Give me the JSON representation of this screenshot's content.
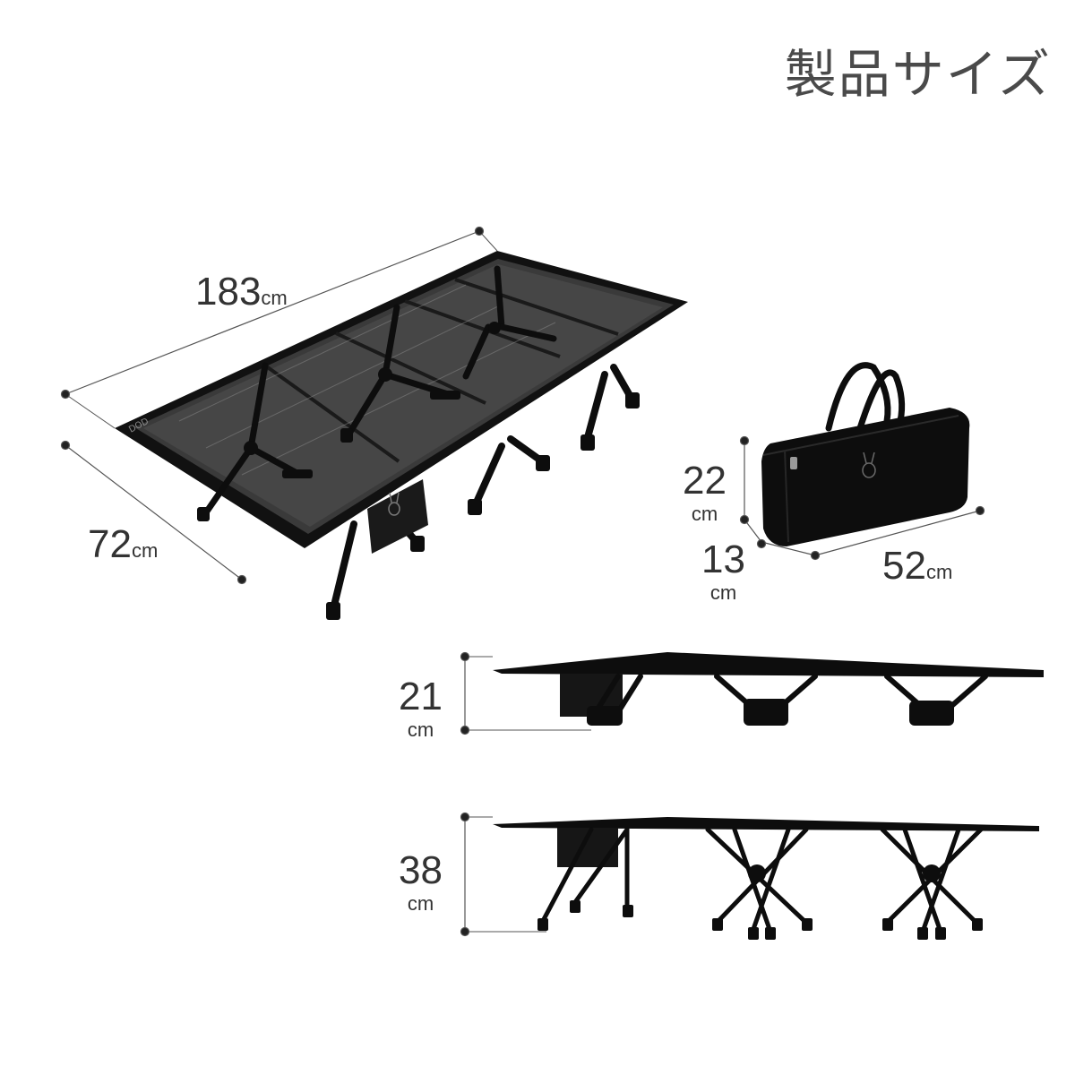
{
  "title": "製品サイズ",
  "logo_text": "DOD",
  "dimensions": {
    "length": {
      "value": "183",
      "unit": "cm"
    },
    "width": {
      "value": "72",
      "unit": "cm"
    },
    "bag_height": {
      "value": "22",
      "unit": "cm"
    },
    "bag_depth": {
      "value": "13",
      "unit": "cm"
    },
    "bag_length": {
      "value": "52",
      "unit": "cm"
    },
    "low_height": {
      "value": "21",
      "unit": "cm"
    },
    "high_height": {
      "value": "38",
      "unit": "cm"
    }
  },
  "colors": {
    "product": "#0d0d0d",
    "dimension_line": "#555555",
    "text": "#333333"
  }
}
